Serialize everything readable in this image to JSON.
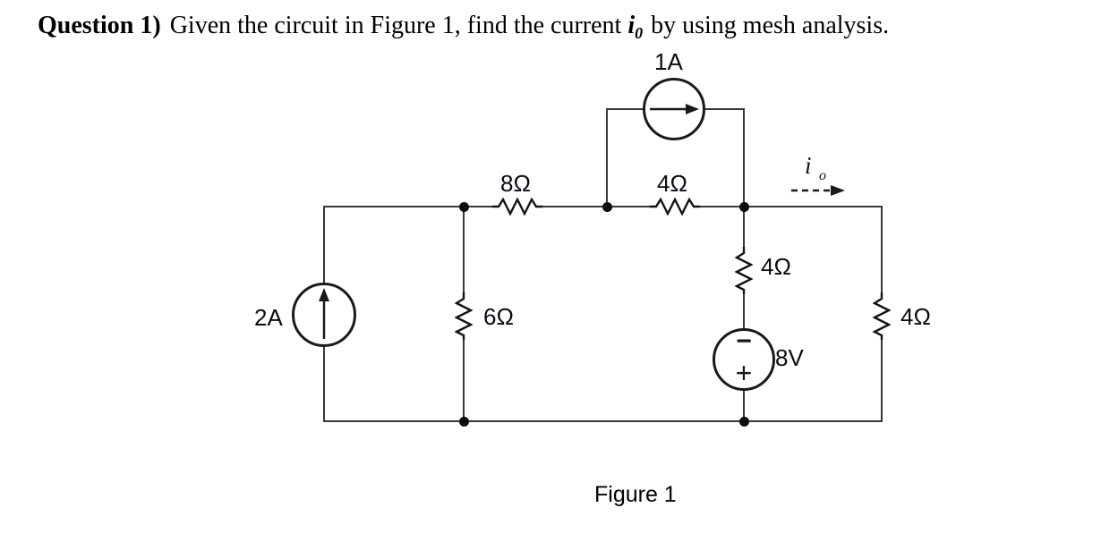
{
  "title": {
    "question_label": "Question 1)",
    "text_before": "Given the circuit in Figure 1, find the current ",
    "current_symbol": "i",
    "current_subscript": "0",
    "text_after": " by using mesh analysis."
  },
  "figure": {
    "caption": "Figure 1"
  },
  "circuit": {
    "current_source_top": {
      "value": "1A",
      "direction": "right"
    },
    "current_source_left": {
      "value": "2A",
      "direction": "up"
    },
    "voltage_source": {
      "value": "8V",
      "minus_sign": "−",
      "plus_sign": "+"
    },
    "resistor_top_left": {
      "value": "8Ω"
    },
    "resistor_top_right": {
      "value": "4Ω"
    },
    "resistor_left": {
      "value": "6Ω"
    },
    "resistor_middle": {
      "value": "4Ω"
    },
    "resistor_right": {
      "value": "4Ω"
    },
    "output_current": {
      "symbol": "i",
      "subscript": "o"
    }
  }
}
